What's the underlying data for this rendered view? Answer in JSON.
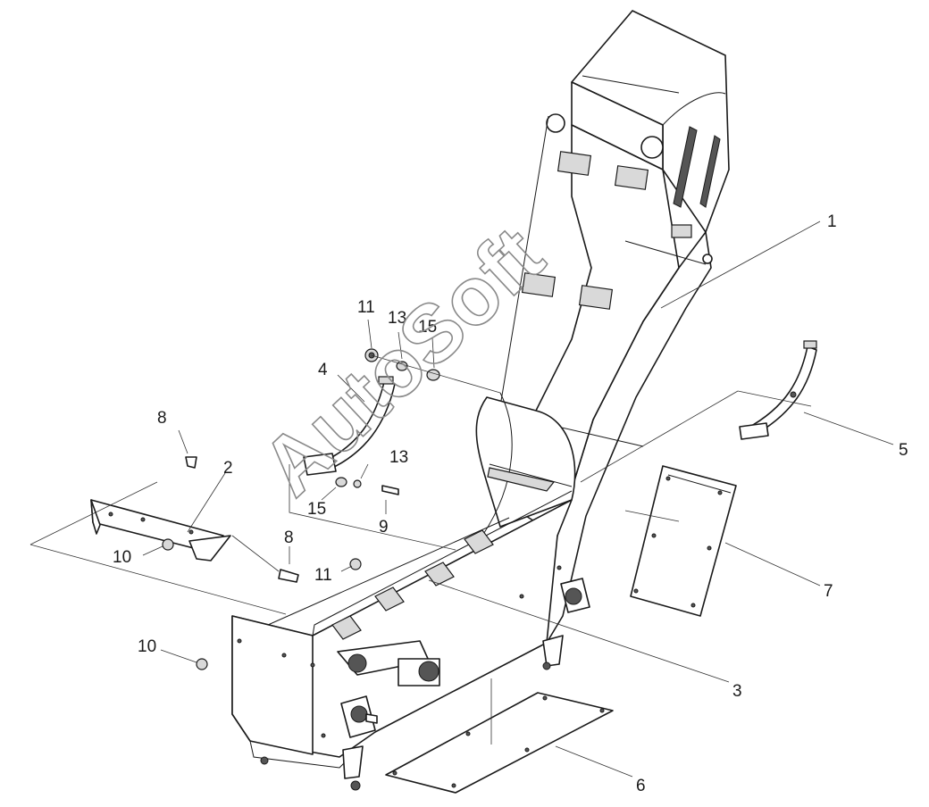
{
  "diagram": {
    "watermark": "AutoSoft",
    "callouts": [
      {
        "id": "c1",
        "label": "1"
      },
      {
        "id": "c2",
        "label": "2"
      },
      {
        "id": "c3",
        "label": "3"
      },
      {
        "id": "c4",
        "label": "4"
      },
      {
        "id": "c5",
        "label": "5"
      },
      {
        "id": "c6",
        "label": "6"
      },
      {
        "id": "c7",
        "label": "7"
      },
      {
        "id": "c8a",
        "label": "8"
      },
      {
        "id": "c8b",
        "label": "8"
      },
      {
        "id": "c9",
        "label": "9"
      },
      {
        "id": "c10a",
        "label": "10"
      },
      {
        "id": "c10b",
        "label": "10"
      },
      {
        "id": "c11a",
        "label": "11"
      },
      {
        "id": "c11b",
        "label": "11"
      },
      {
        "id": "c13a",
        "label": "13"
      },
      {
        "id": "c13b",
        "label": "13"
      },
      {
        "id": "c15a",
        "label": "15"
      },
      {
        "id": "c15b",
        "label": "15"
      }
    ]
  }
}
